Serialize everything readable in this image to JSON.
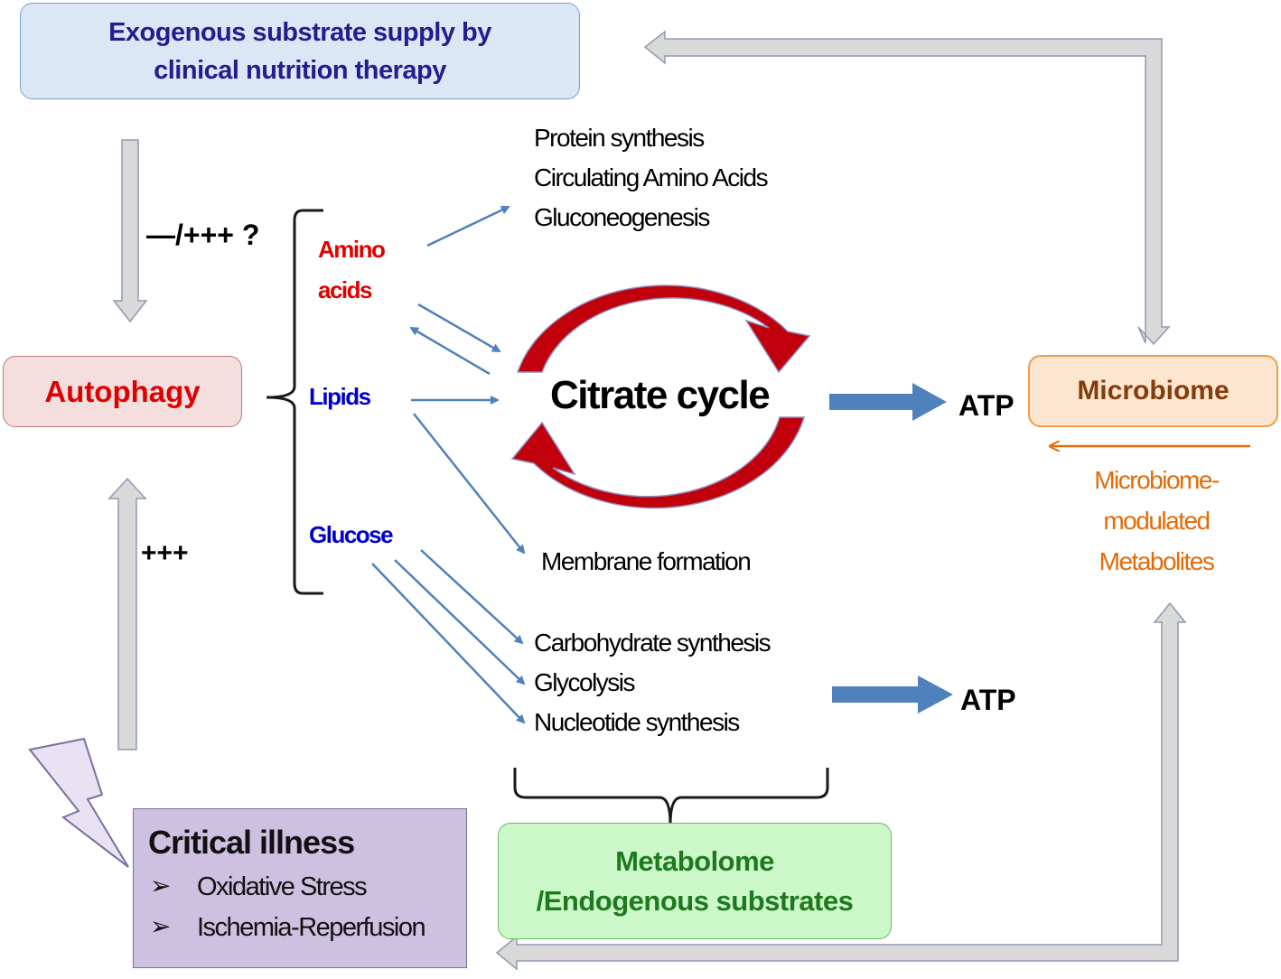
{
  "exogenous_box": {
    "line1": "Exogenous substrate supply by",
    "line2": "clinical nutrition therapy"
  },
  "autophagy_box": {
    "label": "Autophagy"
  },
  "microbiome_box": {
    "label": "Microbiome"
  },
  "metabolome_box": {
    "line1": "Metabolome",
    "line2": "/Endogenous substrates"
  },
  "critical_illness_box": {
    "title": "Critical illness",
    "items": [
      "Oxidative Stress",
      "Ischemia-Reperfusion"
    ]
  },
  "regulation_labels": {
    "top": "—/+++ ?",
    "bottom": "+++"
  },
  "substrates": {
    "amino_line1": "Amino",
    "amino_line2": "acids",
    "lipids": "Lipids",
    "glucose": "Glucose"
  },
  "top_outputs": [
    "Protein synthesis",
    "Circulating Amino Acids",
    "Gluconeogenesis"
  ],
  "membrane": "Membrane formation",
  "bottom_outputs": [
    "Carbohydrate synthesis",
    "Glycolysis",
    "Nucleotide synthesis"
  ],
  "citrate_cycle": "Citrate cycle",
  "atp_top": "ATP",
  "atp_bottom": "ATP",
  "microbiome_metabolites": [
    "Microbiome-",
    "modulated",
    "Metabolites"
  ],
  "colors": {
    "cycle_red": "#c0000a",
    "arrow_blue": "#4f81bd",
    "grey_arrow": "#d9d9d9",
    "orange": "#e36c09",
    "dark_blue_text": "#1f1f8f",
    "red_text": "#e00000",
    "blue_text": "#0000cc",
    "green_text": "#1e7a1e",
    "brown_text": "#843c0c"
  }
}
